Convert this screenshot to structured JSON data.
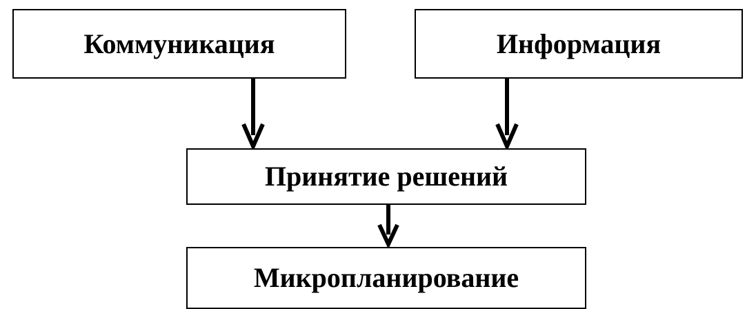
{
  "diagram": {
    "nodes": {
      "communication": "Коммуникация",
      "information": "Информация",
      "decision_making": "Принятие решений",
      "microplanning": "Микропланирование"
    },
    "edges": [
      {
        "from": "communication",
        "to": "decision_making"
      },
      {
        "from": "information",
        "to": "decision_making"
      },
      {
        "from": "decision_making",
        "to": "microplanning"
      }
    ],
    "colors": {
      "stroke": "#000000",
      "background": "#ffffff",
      "text": "#000000"
    }
  }
}
